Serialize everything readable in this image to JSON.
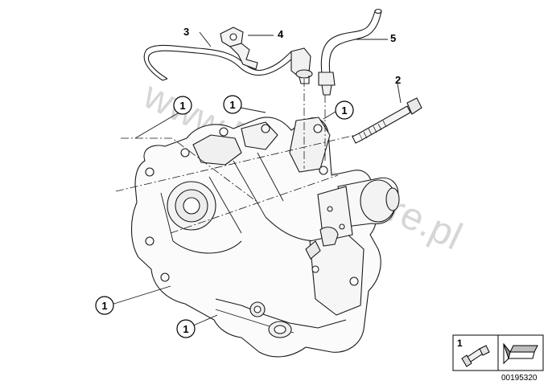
{
  "watermark": "www.BMWfans.re.pl",
  "callouts": [
    "1",
    "2",
    "3",
    "4",
    "5"
  ],
  "legend": {
    "part_number": "1"
  },
  "diagram_code": "00195320",
  "icons": [
    "bolt-icon",
    "arrow-icon"
  ]
}
